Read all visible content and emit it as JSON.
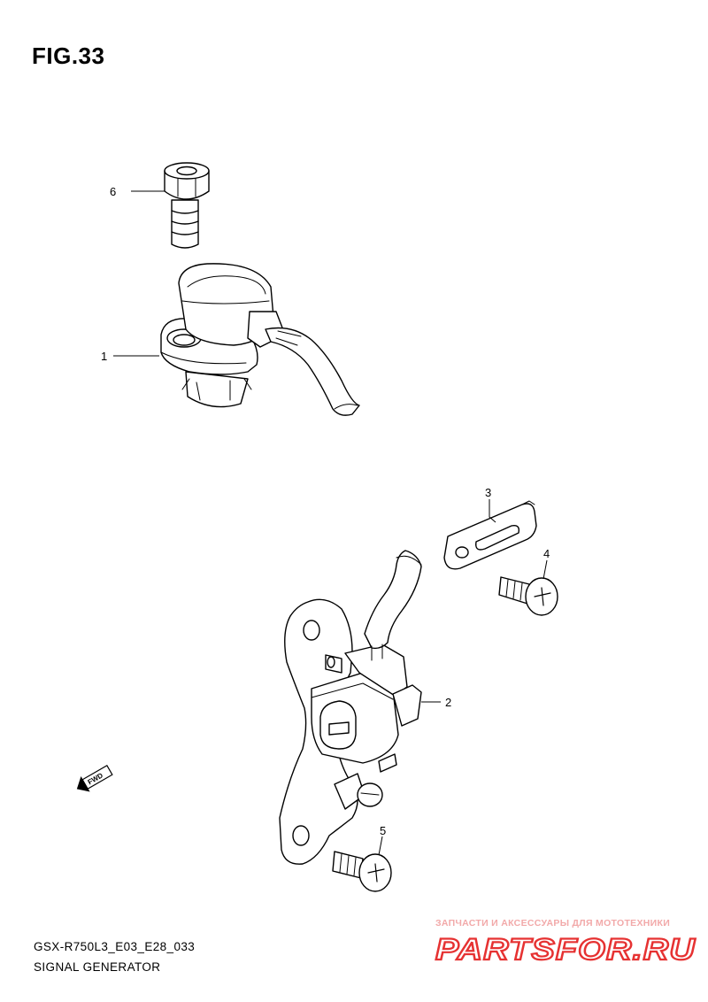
{
  "figure": {
    "title": "FIG.33",
    "code": "GSX-R750L3_E03_E28_033",
    "name": "SIGNAL GENERATOR"
  },
  "callouts": [
    "1",
    "2",
    "3",
    "4",
    "5",
    "6"
  ],
  "fwd_label": "FWD",
  "watermark": {
    "tagline": "ЗАПЧАСТИ И АКСЕССУАРЫ ДЛЯ МОТОТЕХНИКИ",
    "logo_text": "PARTSFOR.RU",
    "color": "#e63232"
  }
}
